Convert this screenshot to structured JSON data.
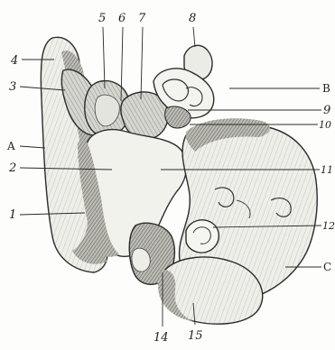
{
  "figure": {
    "labels": {
      "n1": "1",
      "n2": "2",
      "n3": "3",
      "n4": "4",
      "n5": "5",
      "n6": "6",
      "n7": "7",
      "n8": "8",
      "n9": "9",
      "n10": "10",
      "n11": "11",
      "n12": "12",
      "n14": "14",
      "n15": "15",
      "A": "A",
      "B": "B",
      "C": "C"
    }
  }
}
